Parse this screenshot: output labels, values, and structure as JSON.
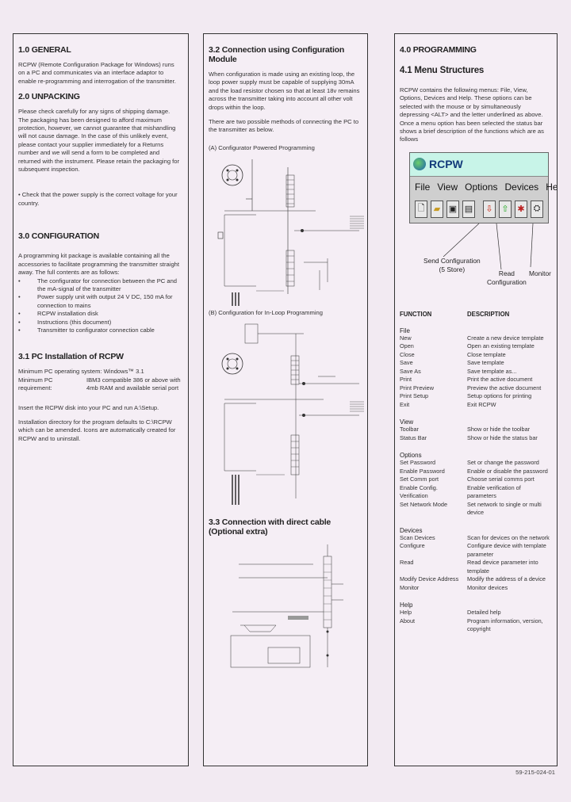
{
  "col1": {
    "general": {
      "title": "1.0 GENERAL",
      "body": "RCPW (Remote Configuration Package for Windows) runs on a PC and communicates via an interface adaptor to enable re-programming and interrogation of the transmitter."
    },
    "unpacking": {
      "title": "2.0 UNPACKING",
      "body": "Please check carefully for any signs of shipping damage. The packaging has been designed to afford maximum protection, however, we cannot guarantee that mishandling will not cause damage. In the case of this unlikely event, please contact your supplier immediately for a Returns number and we will send a form to be completed and returned with the instrument. Please retain the packaging for subsequent inspection.",
      "check": "•  Check that the power supply is the correct voltage for your country."
    },
    "configuration": {
      "title": "3.0 CONFIGURATION",
      "body": "A programming kit package is available containing all the accessories to facilitate programming the transmitter straight away. The full contents are as follows:",
      "items": [
        "The configurator for connection between the PC and the mA-signal of the transmitter",
        "Power supply unit with output 24 V DC, 150 mA for connection to mains",
        "RCPW installation disk",
        "Instructions (this document)",
        "Transmitter to configurator connection cable"
      ]
    },
    "install": {
      "title": "3.1 PC Installation of RCPW",
      "os_label": "Minimum PC operating system: Windows™ 3.1",
      "req_label": "Minimum PC requirement:",
      "req_value": "IBM3 compatible 386 or above with 4mb RAM and available serial port",
      "insert": "Insert the RCPW disk into your PC and run A:\\Setup.",
      "dir": "Installation directory for the program defaults to C:\\RCPW which can be amended. Icons are automatically created for RCPW and to uninstall."
    }
  },
  "col2": {
    "module": {
      "title": "3.2 Connection using Configuration Module",
      "body1": "When configuration is made using an existing loop, the loop power supply must be capable of supplying 30mA and the load resistor chosen so that at least 18v remains across the transmitter taking into account all other volt drops within the loop.",
      "body2": "There are two possible methods of connecting the PC to the transmitter as below.",
      "caption_a": "(A) Configurator Powered Programming",
      "caption_b": "(B) Configuration for In-Loop Programming"
    },
    "direct": {
      "title": "3.3 Connection with direct cable (Optional extra)"
    }
  },
  "col3": {
    "programming": {
      "title": "4.0 PROGRAMMING"
    },
    "menu": {
      "title": "4.1 Menu Structures",
      "body": "RCPW contains the following menus: File, View, Options, Devices and Help. These options can be selected with the mouse or by simultaneously depressing <ALT> and the letter underlined as above. Once a menu option has been selected the status bar shows a brief description of the functions which are as follows"
    },
    "window": {
      "title": "RCPW",
      "menus": [
        "File",
        "View",
        "Options",
        "Devices",
        "Help"
      ]
    },
    "callouts": {
      "send": "Send Configuration\n(5 Store)",
      "read": "Read\nConfiguration",
      "monitor": "Monitor"
    },
    "table_head": {
      "function": "FUNCTION",
      "description": "DESCRIPTION"
    },
    "groups": [
      {
        "name": "File",
        "rows": [
          [
            "New",
            "Create a new device template"
          ],
          [
            "Open",
            "Open an existing template"
          ],
          [
            "Close",
            "Close template"
          ],
          [
            "Save",
            "Save template"
          ],
          [
            "Save As",
            "Save template as..."
          ],
          [
            "Print",
            "Print the active document"
          ],
          [
            "Print Preview",
            "Preview the active document"
          ],
          [
            "Print Setup",
            "Setup options for printing"
          ],
          [
            "Exit",
            "Exit RCPW"
          ]
        ]
      },
      {
        "name": "View",
        "rows": [
          [
            "Toolbar",
            "Show or hide the toolbar"
          ],
          [
            "Status Bar",
            "Show or hide the status bar"
          ]
        ]
      },
      {
        "name": "Options",
        "rows": [
          [
            "Set Password",
            "Set or change the password"
          ],
          [
            "Enable Password",
            "Enable or disable the password"
          ],
          [
            "Set Comm port",
            "Choose serial comms port"
          ],
          [
            "Enable Config. Verification",
            "Enable verification of parameters"
          ],
          [
            "Set Network Mode",
            "Set network to single or multi device"
          ]
        ]
      },
      {
        "name": "Devices",
        "rows": [
          [
            "Scan Devices",
            "Scan for devices on the network"
          ],
          [
            "Configure",
            "Configure device with template parameter"
          ],
          [
            "Read",
            "Read device parameter into template"
          ],
          [
            "Modify Device Address",
            "Modify the address of a device"
          ],
          [
            "Monitor",
            "Monitor devices"
          ]
        ]
      },
      {
        "name": "Help",
        "rows": [
          [
            "Help",
            "Detailed help"
          ],
          [
            "About",
            "Program information, version, copyright"
          ]
        ]
      }
    ]
  },
  "doc_code": "59-215-024-01"
}
